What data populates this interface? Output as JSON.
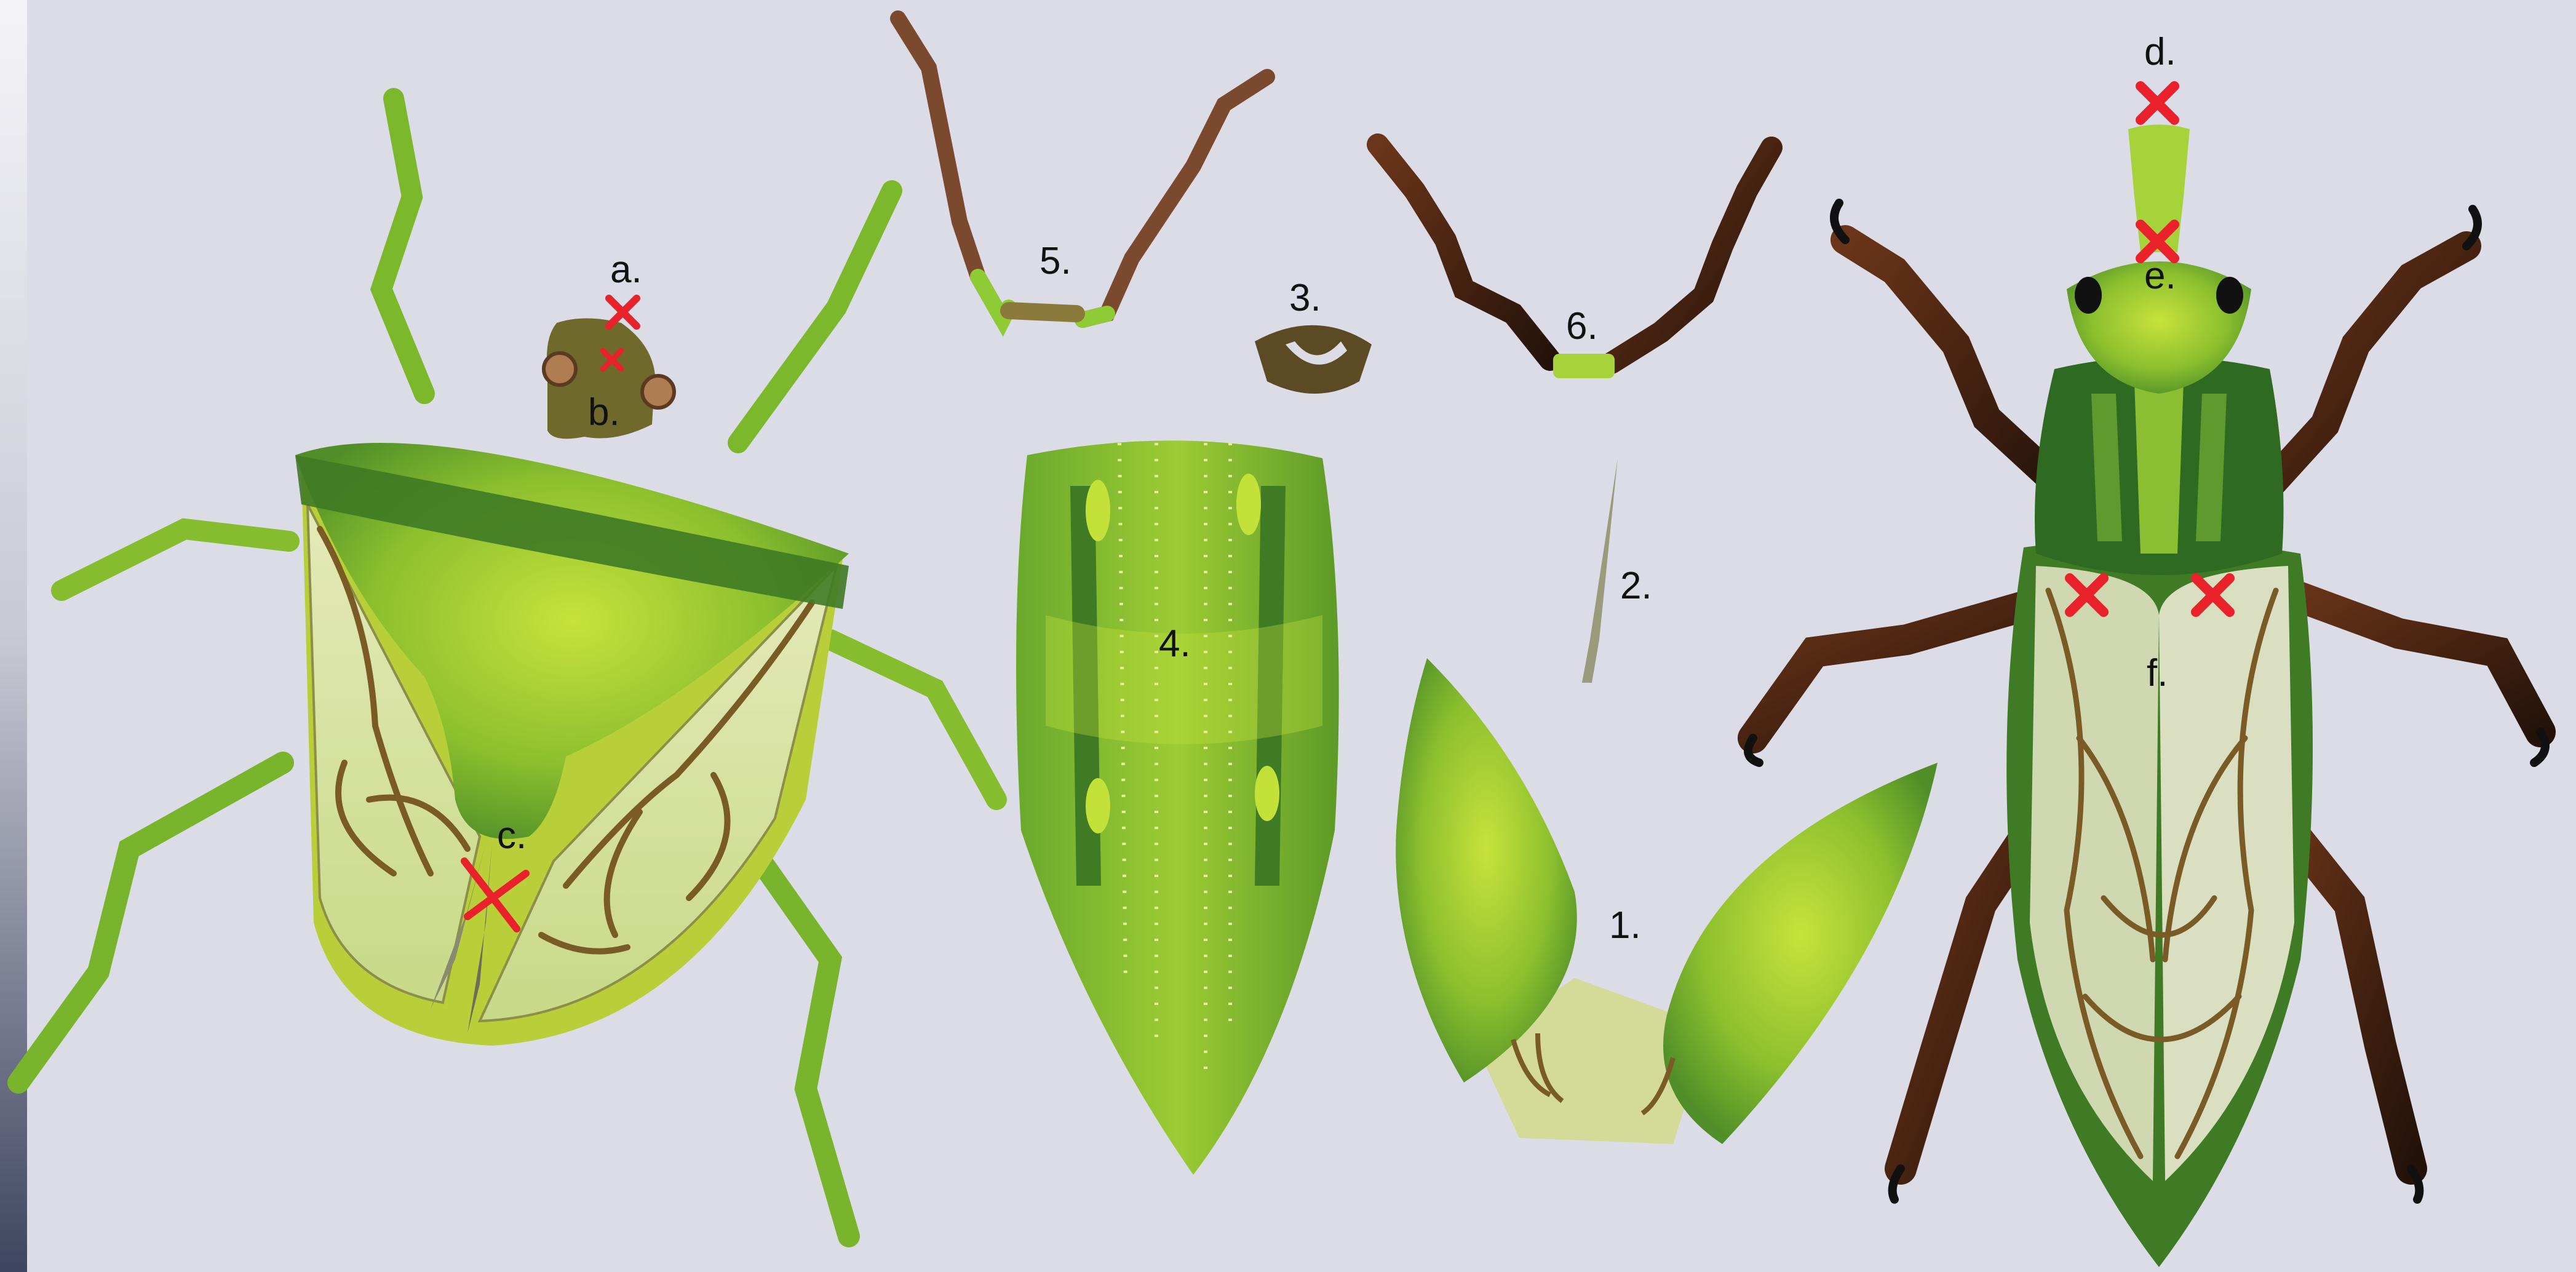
{
  "diagram": {
    "background": "#dcdce6",
    "colors": {
      "green_bright": "#c4e13a",
      "green_mid": "#7fbb2c",
      "green_dark": "#3f7a25",
      "wing_pale": "#d8e2a4",
      "vein_brown": "#7a5a25",
      "leg_brown": "#5a2a10",
      "leg_dark": "#2a160c",
      "cut_mark": "#e8212b"
    },
    "labels": {
      "a": "a.",
      "b": "b.",
      "c": "c.",
      "d": "d.",
      "e": "e.",
      "f": "f.",
      "n1": "1.",
      "n2": "2.",
      "n3": "3.",
      "n4": "4.",
      "n5": "5.",
      "n6": "6."
    },
    "parts": {
      "left_specimen": "stink-bug",
      "right_specimen": "weevil",
      "part_1": "wing-pair",
      "part_2": "stylet",
      "part_3": "collar",
      "part_4": "elytron",
      "part_5": "antenna-pair",
      "part_6": "antenna-pair-dark"
    },
    "cut_marks": [
      "a",
      "b",
      "c",
      "d",
      "e",
      "f-left",
      "f-right"
    ]
  }
}
